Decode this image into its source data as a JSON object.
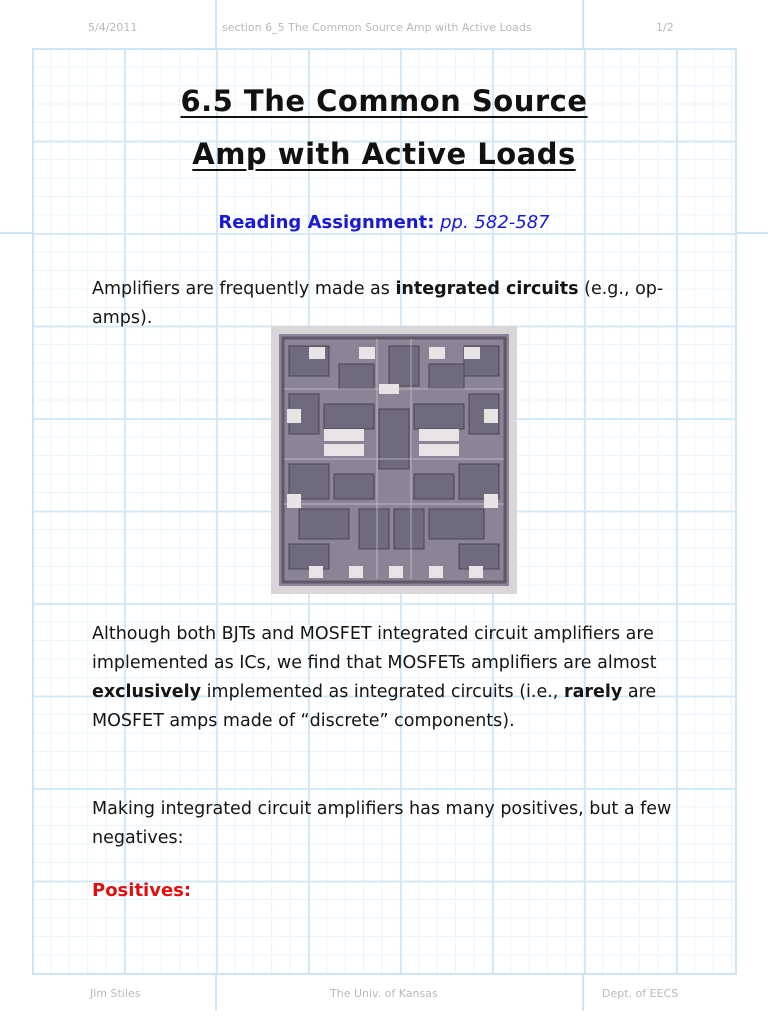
{
  "header": {
    "date": "5/4/2011",
    "section": "section 6_5 The Common Source Amp with Active Loads",
    "page": "1/2"
  },
  "footer": {
    "author": "Jim Stiles",
    "university": "The Univ. of Kansas",
    "department": "Dept. of EECS"
  },
  "document": {
    "title_line1": "6.5 The Common Source",
    "title_line2": "Amp with Active Loads",
    "reading_label": "Reading Assignment:",
    "reading_pages": "pp. 582-587",
    "para1": {
      "before": "Amplifiers are frequently made as ",
      "bold": "integrated circuits",
      "after": " (e.g., op-amps)."
    },
    "image_alt": "integrated-circuit-die-photo",
    "para2": {
      "part1": "Although both BJTs and MOSFET integrated circuit amplifiers are implemented as ICs, we find that MOSFETs amplifiers are almost ",
      "bold1": "exclusively",
      "part2": " implemented as integrated circuits (i.e., ",
      "bold2": "rarely",
      "part3": " are MOSFET amps made of “discrete” components)."
    },
    "para3": "Making integrated circuit amplifiers has many positives, but a few negatives:",
    "positives_heading": "Positives:"
  },
  "colors": {
    "grid_major": "#cde4f6",
    "grid_minor": "#eaf4fc",
    "reading_blue": "#1a1ad6",
    "positives_red": "#e01010",
    "header_gray": "#b9b9b9"
  }
}
